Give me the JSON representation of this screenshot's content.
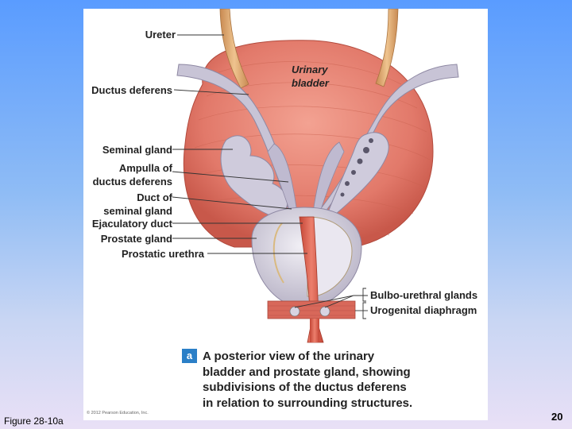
{
  "labels": {
    "ureter": "Ureter",
    "urinary_bladder": "Urinary\nbladder",
    "ductus_deferens": "Ductus deferens",
    "seminal_gland": "Seminal gland",
    "ampulla": "Ampulla of\nductus deferens",
    "duct_of_seminal_gland": "Duct of\nseminal gland",
    "ejaculatory_duct": "Ejaculatory duct",
    "prostate_gland": "Prostate gland",
    "prostatic_urethra": "Prostatic urethra",
    "bulbo_urethral_glands": "Bulbo-urethral glands",
    "urogenital_diaphragm": "Urogenital diaphragm"
  },
  "caption": {
    "badge": "a",
    "text": "A posterior view of the urinary\nbladder and prostate gland, showing\nsubdivisions of the ductus deferens\nin relation to surrounding structures."
  },
  "copyright": "© 2012 Pearson Education, Inc.",
  "figure_label": "Figure 28-10a",
  "page_number": "20",
  "colors": {
    "bladder": "#e2796a",
    "duct": "#c8c4d6",
    "prostate": "#d7d3e0",
    "urethra": "#d95b4a",
    "ureter": "#dba26a",
    "badge": "#2b7fc7"
  }
}
